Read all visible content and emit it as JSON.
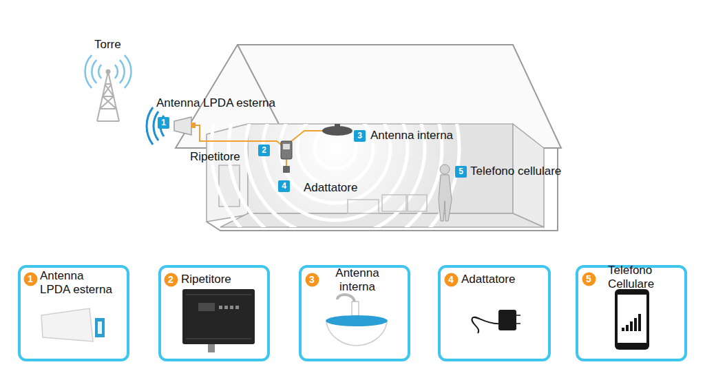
{
  "diagram": {
    "nodes": [
      {
        "text": [
          "1"
        ]
      },
      {
        "text": [
          "2"
        ]
      },
      {
        "text": [
          "3"
        ]
      },
      {
        "text": [
          "4"
        ]
      },
      {
        "text": [
          "5"
        ]
      },
      {
        "text": [
          "Antenna LPDA esterna"
        ]
      },
      {
        "text": [
          "1"
        ],
        "in": 5
      },
      {
        "text": [
          "Ripetitore"
        ]
      },
      {
        "text": [
          "2"
        ],
        "in": 7
      },
      {
        "text": [
          "Antenna interna"
        ]
      },
      {
        "text": [
          "3"
        ],
        "in": 9
      },
      {
        "text": [
          "Adattatore"
        ]
      },
      {
        "text": [
          "4"
        ],
        "in": 11
      },
      {
        "text": [
          "Telefono Cellulare"
        ]
      },
      {
        "text": [
          "5"
        ],
        "in": 13
      }
    ],
    "labels": [
      "Torre",
      "Antenna LPDA esterna",
      "Ripetitore",
      "Antenna interna",
      "Adattatore",
      "Telefono cellulare"
    ]
  }
}
